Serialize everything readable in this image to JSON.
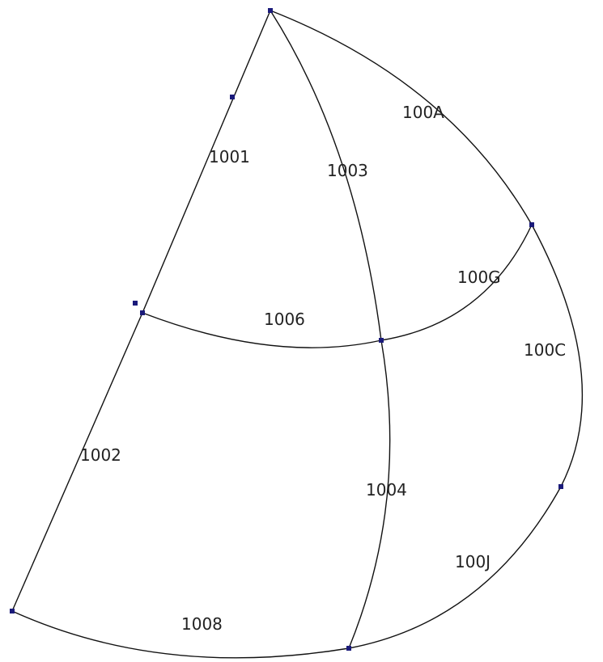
{
  "diagram": {
    "edge_color": "#111111",
    "node_color": "#1a1a7a",
    "edges": [
      {
        "id": "1001",
        "label": "1001"
      },
      {
        "id": "1002",
        "label": "1002"
      },
      {
        "id": "1003",
        "label": "1003"
      },
      {
        "id": "1004",
        "label": "1004"
      },
      {
        "id": "1006",
        "label": "1006"
      },
      {
        "id": "1008",
        "label": "1008"
      },
      {
        "id": "100A",
        "label": "100A"
      },
      {
        "id": "100G",
        "label": "100G"
      },
      {
        "id": "100C",
        "label": "100C"
      },
      {
        "id": "100J",
        "label": "100J"
      }
    ]
  }
}
